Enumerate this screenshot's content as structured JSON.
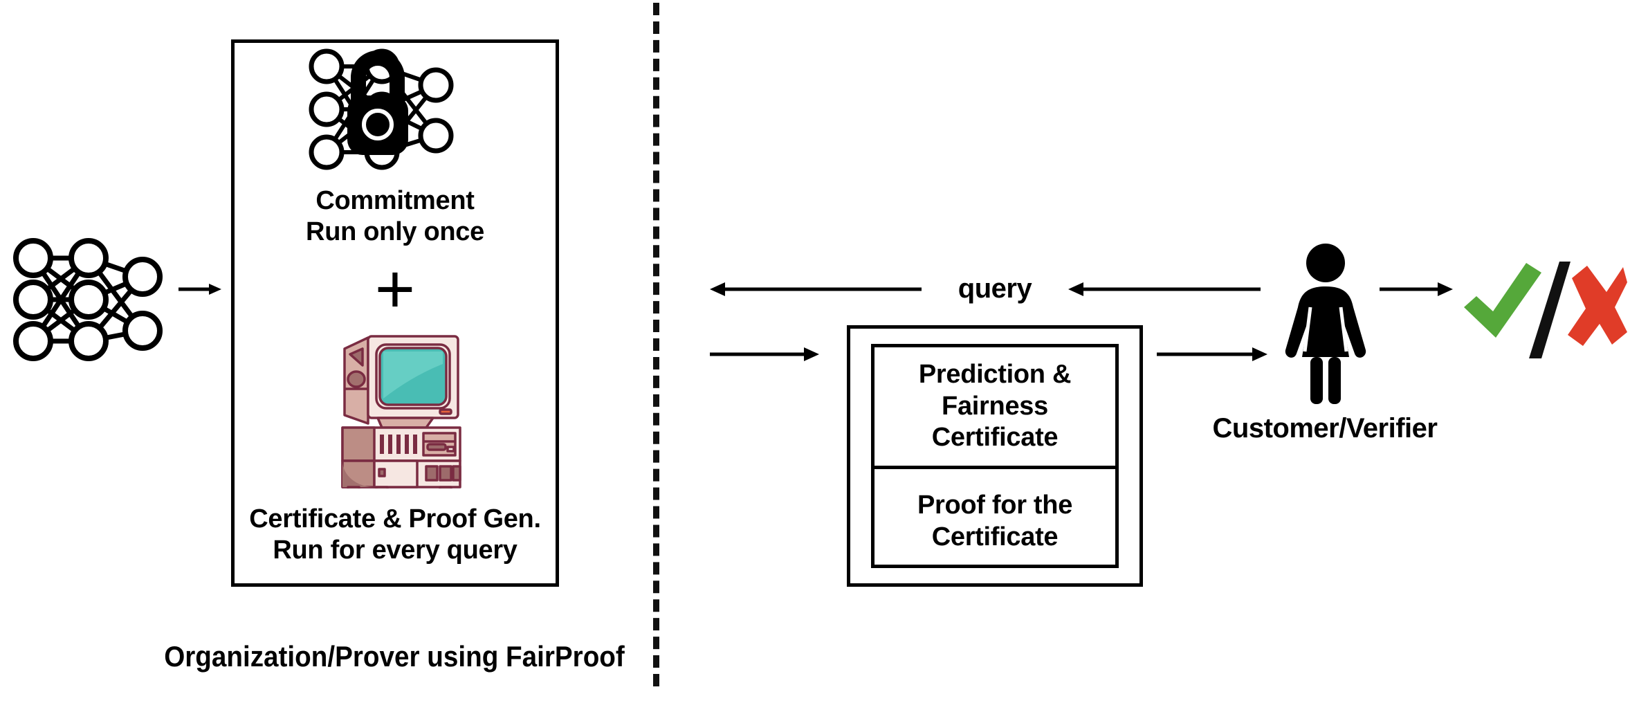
{
  "diagram": {
    "title": "FairProof system overview",
    "divider": {
      "name": "vertical-dashed-divider",
      "style": "dashed"
    }
  },
  "left_side": {
    "model_icon": "neural-network-icon",
    "model_layers": [
      3,
      3,
      2
    ],
    "arrow_to_box": "right-arrow",
    "prover_box": {
      "commitment": {
        "icon": "neural-network-with-lock-icon",
        "label": "Commitment\nRun only once"
      },
      "plus": "+",
      "generation": {
        "icon": "retro-computer-icon",
        "label": "Certificate & Proof Gen.\nRun for every query"
      }
    },
    "caption": "Organization/Prover using FairProof"
  },
  "right_side": {
    "query_label": "query",
    "query_arrow_left": "left-arrow",
    "query_arrow_right": "left-arrow",
    "response_arrow_in": "right-arrow",
    "response_arrow_out": "right-arrow",
    "verdict_arrow": "right-arrow",
    "certificate_box": {
      "cells": [
        "Prediction &\nFairness\nCertificate",
        "Proof for the\nCertificate"
      ]
    },
    "person": {
      "icon": "female-person-icon",
      "label": "Customer/Verifier"
    },
    "verdict": {
      "accept_icon": "green-check-icon",
      "separator": "/",
      "reject_icon": "red-cross-icon"
    }
  },
  "colors": {
    "ink": "#000000",
    "background": "#ffffff",
    "check_green": "#55A83A",
    "cross_red": "#E03C28",
    "screen_teal": "#49BDB4",
    "case_light": "#F6E7E2",
    "case_mid": "#D8AFA6",
    "case_outline": "#7A2C42",
    "case_shade": "#BC8D85",
    "button_orange": "#E8633C"
  }
}
